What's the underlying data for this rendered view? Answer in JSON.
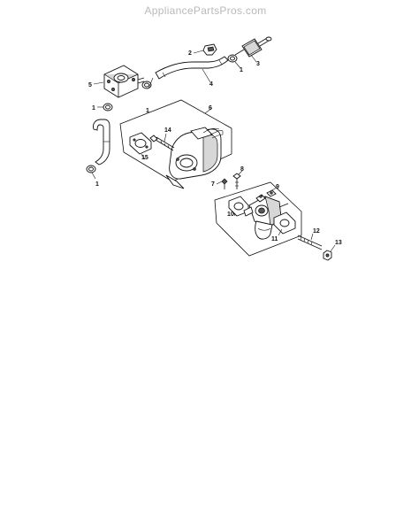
{
  "watermark": "AppliancePartsPros.com",
  "callouts": {
    "c1a": "1",
    "c1b": "1",
    "c1c": "1",
    "c1d": "1",
    "c2": "2",
    "c3": "3",
    "c4": "4",
    "c5": "5",
    "c6": "6",
    "c7": "7",
    "c8": "8",
    "c9": "9",
    "c10": "10",
    "c11": "11",
    "c12": "12",
    "c13": "13",
    "c14": "14",
    "c15": "15"
  }
}
